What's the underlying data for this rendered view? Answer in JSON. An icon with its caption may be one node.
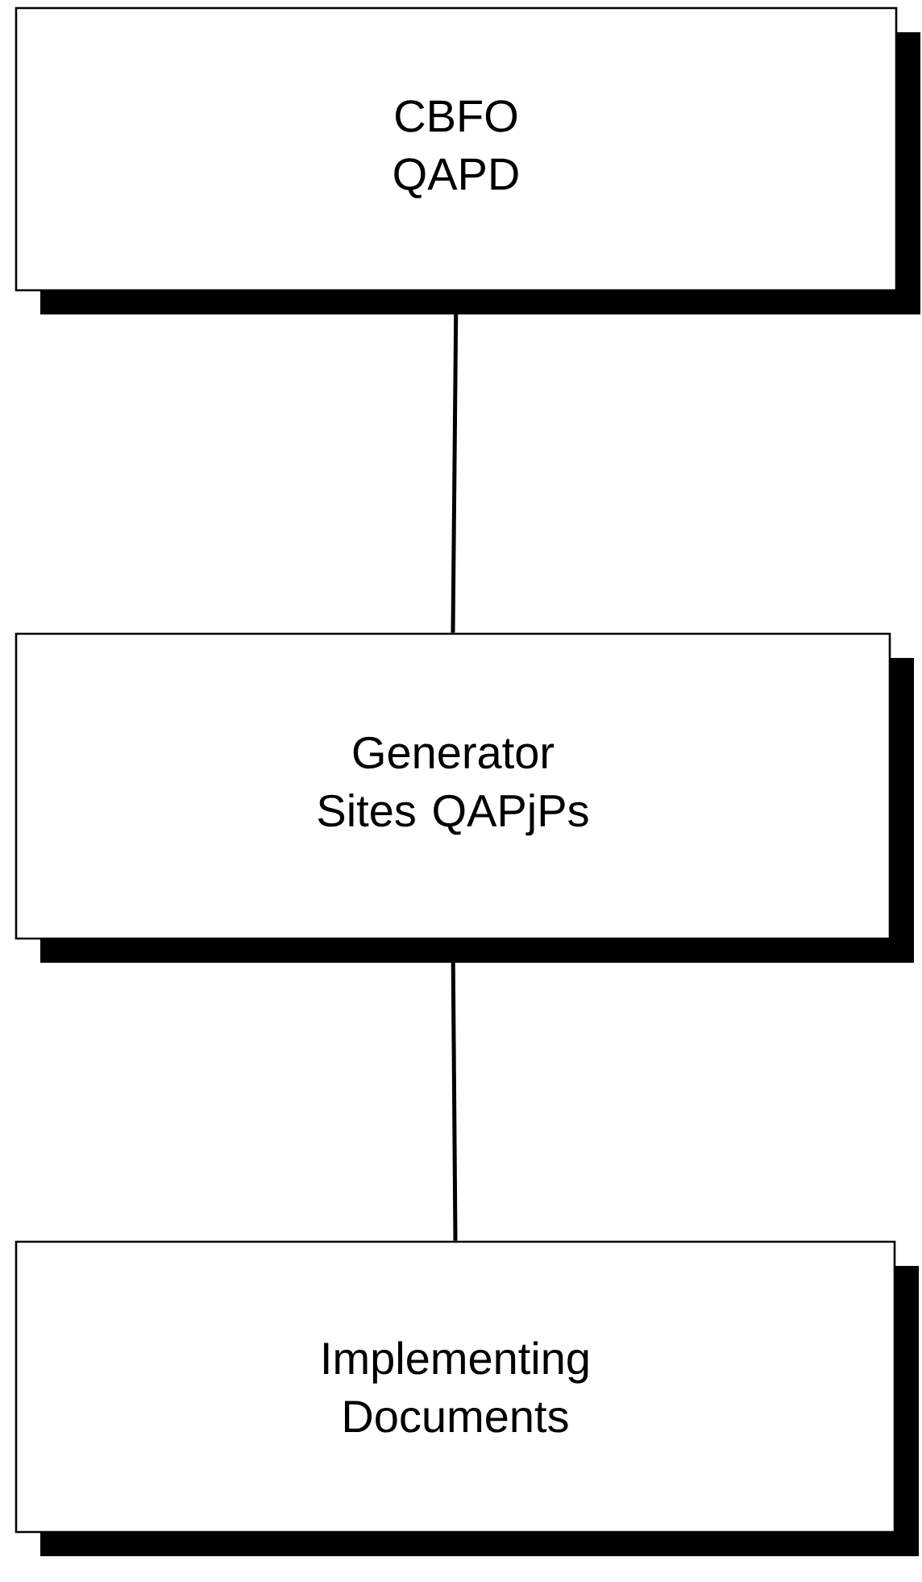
{
  "diagram": {
    "nodes": [
      {
        "text": [
          "CBFO QAPD"
        ]
      },
      {
        "text": [
          "Generator Sites QAPjPs"
        ]
      },
      {
        "text": [
          "Implementing Documents"
        ]
      }
    ],
    "edges": [
      {
        "from": 0,
        "to": 1,
        "arrow": "none"
      },
      {
        "from": 1,
        "to": 2,
        "arrow": "none"
      }
    ]
  }
}
